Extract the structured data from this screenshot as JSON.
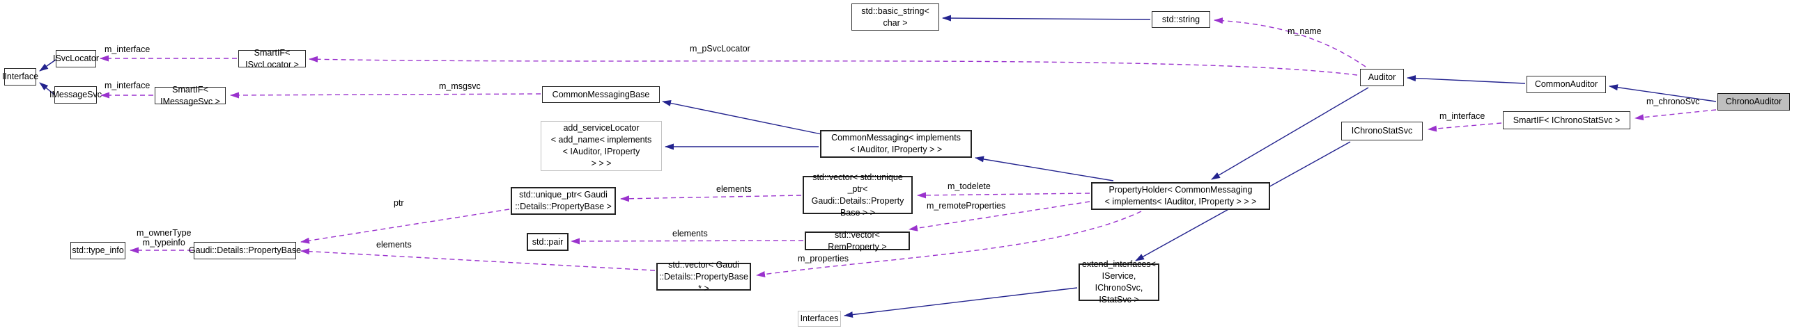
{
  "diagram": {
    "kind": "doxygen-collaboration-graph",
    "focus_class": "ChronoAuditor",
    "colors": {
      "inheritance_edge": "#23238e",
      "usage_edge": "#9a32cd",
      "node_border": "#2d2d2d",
      "undocumented_border": "#c2c2c2",
      "focus_fill": "#bfbfbf",
      "background": "#ffffff"
    },
    "nodes": {
      "iinterface": {
        "label": "IInterface"
      },
      "isvclocator": {
        "label": "ISvcLocator"
      },
      "imessagesvc": {
        "label": "IMessageSvc"
      },
      "smartif_isvclocator": {
        "label": "SmartIF< ISvcLocator >"
      },
      "smartif_imessagesvc": {
        "label": "SmartIF< IMessageSvc >"
      },
      "commonmessagingbase": {
        "label": "CommonMessagingBase"
      },
      "add_servicelocator": {
        "label": "add_serviceLocator\n< add_name< implements\n< IAuditor, IProperty\n> > >"
      },
      "commonmessaging": {
        "label": "CommonMessaging< implements\n< IAuditor, IProperty > >"
      },
      "basic_string": {
        "label": "std::basic_string<\nchar >"
      },
      "std_string": {
        "label": "std::string"
      },
      "auditor": {
        "label": "Auditor"
      },
      "commonauditor": {
        "label": "CommonAuditor"
      },
      "chronoauditor": {
        "label": "ChronoAuditor"
      },
      "smartif_ichronostatsvc": {
        "label": "SmartIF< IChronoStatSvc >"
      },
      "ichronostatsvc": {
        "label": "IChronoStatSvc"
      },
      "propertyholder": {
        "label": "PropertyHolder< CommonMessaging\n< implements< IAuditor, IProperty > > >"
      },
      "extend_interfaces": {
        "label": "extend_interfaces<\nIService, IChronoSvc,\nIStatSvc >"
      },
      "interfaces": {
        "label": "Interfaces"
      },
      "vector_unique": {
        "label": "std::vector< std::unique\n_ptr< Gaudi::Details::Property\nBase > >"
      },
      "vector_rem": {
        "label": "std::vector< RemProperty >"
      },
      "unique_ptr": {
        "label": "std::unique_ptr< Gaudi\n::Details::PropertyBase >"
      },
      "std_pair": {
        "label": "std::pair"
      },
      "vector_pbstar": {
        "label": "std::vector< Gaudi\n::Details::PropertyBase * >"
      },
      "type_info": {
        "label": "std::type_info"
      },
      "propertybase": {
        "label": "Gaudi::Details::PropertyBase"
      }
    },
    "edge_labels": {
      "m_interface_svc": "m_interface",
      "m_interface_msg": "m_interface",
      "m_msgsvc": "m_msgsvc",
      "m_psvclocator": "m_pSvcLocator",
      "m_name": "m_name",
      "m_chronosvc": "m_chronoSvc",
      "m_interface_chrono": "m_interface",
      "m_todelete": "m_todelete",
      "m_remoteproperties": "m_remoteProperties",
      "m_properties": "m_properties",
      "elements_unique": "elements",
      "elements_pair": "elements",
      "elements_pbstar": "elements",
      "ptr": "ptr",
      "m_ownertype_typeinfo": "m_ownerType\nm_typeinfo"
    }
  }
}
